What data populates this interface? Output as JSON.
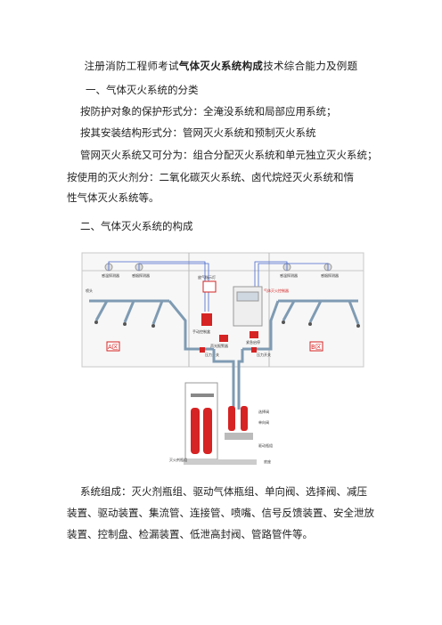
{
  "doc": {
    "title_pre": "注册消防工程师考试",
    "title_bold": "气体灭火系统构成",
    "title_post": "技术综合能力及例题",
    "section1_heading": "一、气体灭火系统的分类",
    "para1": "按防护对象的保护形式分：全淹没系统和局部应用系统；",
    "para2": "按其安装结构形式分：管网灭火系统和预制灭火系统",
    "para3": "管网灭火系统又可分为：组合分配灭火系统和单元独立灭火系统；",
    "para4a": "按使用的灭火剂分：二氧化碳灭火系统、卤代烷烃灭火系统和惰",
    "para4b": "性气体灭火系统等。",
    "section2_heading": "二、气体灭火系统的构成",
    "comp_a": "系统组成：灭火剂瓶组、驱动气体瓶组、单向阀、选择阀、减压",
    "comp_b": "装置、驱动装置、集流管、连接管、喷嘴、信号反馈装置、安全泄放",
    "comp_c": "装置、控制盘、检漏装置、低泄高封阀、管路管件等。"
  },
  "figure": {
    "zone_a": "A区",
    "zone_b": "B区",
    "labels": {
      "smoke_a": "感温探测器",
      "temp_a": "感烟探测器",
      "nozzle": "喷头",
      "warn_light": "放气指示灯",
      "ctrl_panel": "气体灭火控制器",
      "manual": "手动控制盒",
      "alarm": "声光报警器",
      "emergency": "紧急启停",
      "pressure_sw": "压力开关",
      "selector": "选择阀",
      "check_valve": "单向阀",
      "agent_bottle": "灭火剂瓶组",
      "driver_bottle": "驱动瓶组",
      "base": "底座"
    },
    "colors": {
      "wall": "#c8c8c8",
      "pipe": "#7f9bb3",
      "red": "#d62323",
      "wire": "#4466cc"
    }
  }
}
